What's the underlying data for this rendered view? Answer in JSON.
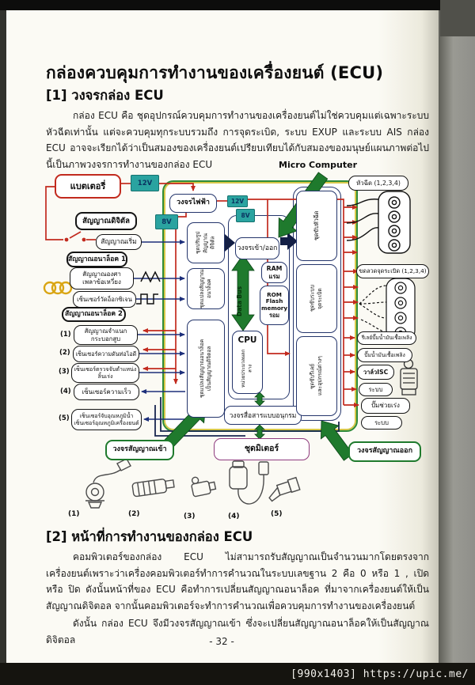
{
  "page": {
    "title": "กล่องควบคุมการทำงานของเครื่องยนต์ (ECU)",
    "section1": "[1] วงจรกล่อง ECU",
    "para1": "กล่อง ECU คือ ชุดอุปกรณ์ควบคุมการทำงานของเครื่องยนต์ไม่ใช่ควบคุมแต่เฉพาะระบบหัวฉีดเท่านั้น แต่จะควบคุมทุกระบบรวมถึง การจุดระเบิด, ระบบ EXUP และระบบ AIS  กล่อง ECU อาจจะเรียกได้ว่าเป็นสมองของเครื่องยนต์เปรียบเทียบได้กับสมองของมนุษย์แผนภาพต่อไปนี้เป็นภาพวงจรการทำงานของกล่อง ECU",
    "section2": "[2] หน้าที่การทำงานของกล่อง ECU",
    "para2": "คอมพิวเตอร์ของกล่อง ECU ไม่สามารถรับสัญญาณเป็นจำนวนมากโดยตรงจากเครื่องยนต์เพราะว่าเครื่องคอมพิวเตอร์ทำการคำนวณในระบบเลขฐาน 2 คือ 0 หรือ 1 , เปิด หรือ ปิด ดังนั้นหน้าที่ของ ECU คือทำการเปลี่ยนสัญญาณอนาล็อค ที่มาจากเครื่องยนต์ให้เป็นสัญญาณดิจิตอล จากนั้นคอมพิวเตอร์จะทำการคำนวณเพื่อควบคุมการทำงานของเครื่องยนต์",
    "para3": "ดังนั้น กล่อง ECU จึงมีวงจรสัญญาณเข้า ซึ่งจะเปลี่ยนสัญญาณอนาล็อคให้เป็นสัญญาณดิจิตอล",
    "page_number": "- 32 -",
    "watermark": "[990x1403] https://upic.me/"
  },
  "diagram": {
    "micro_computer": "Micro Computer",
    "badges": {
      "v12": "12V",
      "v8": "8V"
    },
    "colors": {
      "wire_red": "#c22a1e",
      "wire_blue": "#1c2e7a",
      "bus_green": "#1f7a2d",
      "badge_teal": "#2aa3a0",
      "meter_purple": "#8e3a7e"
    },
    "left": {
      "battery": "แบตเตอรี่",
      "digital_header": "สัญญาณดิจิตัล",
      "start_signal": "สัญญาณเริ่ม",
      "analog1_header": "สัญญาณอนาล็อค 1",
      "crank_signal": "สัญญาณองศา\nเพลาข้อเหวี่ยง",
      "oxygen_sensor": "เซ็นเซอร์วัดอ็อกซิเจน",
      "analog2_header": "สัญญาณอนาล็อค 2",
      "sensors": [
        {
          "num": "(1)",
          "label": "สัญญาณจำแนก\nกระบอกสูบ"
        },
        {
          "num": "(2)",
          "label": "เซ็นเซอร์ความดันท่อไอดี"
        },
        {
          "num": "(3)",
          "label": "เซ็นเซอร์ตรวจจับตำแหน่ง\nลิ้นเร่ง"
        },
        {
          "num": "(4)",
          "label": "เซ็นเซอร์ความเร็ว"
        },
        {
          "num": "(5)",
          "label": "เซ็นเซอร์จับอุณหภูมิน้ำ\nเซ็นเซอร์อุณหภูมิเครื่องยนต์"
        }
      ]
    },
    "ecu": {
      "power_circuit": "วงจรไฟฟ้า",
      "cond_units": [
        "ชุดปรับรูปสัญญาณ\nดิจิตัล",
        "ชุดแปลงสัญญาณ\nอนาล็อค",
        "ชุดแปลงสัญญาณอนาล็อค\nเป็นสัญญาณดิจิตอล"
      ],
      "io_circuit": "วงจรเข้า/ออก",
      "ram": "RAM\nแรม",
      "rom": "ROM\nFlash\nmemory\nรอม",
      "data_bus": "Data Bus",
      "cpu_title": "CPU",
      "cpu_sub": "หน่วยประมวลผลกลาง",
      "serial": "วงจรสื่อสารแบบอนุกรม",
      "drivers": [
        "ชุดขับหัวฉีด",
        "ชุดขับระบบ\nจุดระเบิด",
        "ชุดขับรีเลย์\nและอุปกรณ์ต่างๆ"
      ]
    },
    "right": {
      "injectors": "หัวฉีด (1,2,3,4)",
      "coils": "ขดลวดจุดระเบิด (1,2,3,4)",
      "fuel_pump_relay": "รีเลย์ปั๊มน้ำมันเชื้อเพลิง",
      "fuel_pump": "ปั๊มน้ำมันเชื้อเพลิง",
      "isc_valve": "วาล์วISC",
      "system1": "ระบบ",
      "accel_pump": "ปั๊มช่วยเร่ง",
      "system2": "ระบบ"
    },
    "bottom": {
      "input_circuit": "วงจรสัญญาณเข้า",
      "output_circuit": "วงจรสัญญาณออก",
      "meter": "ชุดมิเตอร์",
      "numbers": [
        "(1)",
        "(2)",
        "(3)",
        "(4)",
        "(5)"
      ]
    }
  }
}
